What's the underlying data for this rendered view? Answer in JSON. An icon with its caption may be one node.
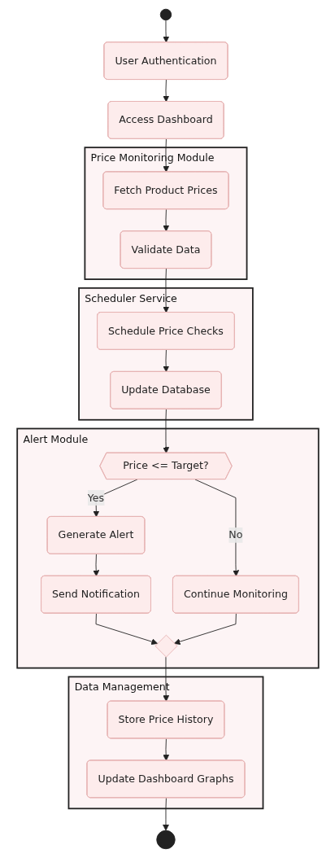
{
  "diagram": {
    "nodes": [
      {
        "text": [],
        "shape": "circle"
      },
      {
        "text": [
          "User Authentication"
        ]
      },
      {
        "text": [
          "Access Dashboard"
        ]
      },
      {
        "text": [
          "Price Monitoring Module"
        ]
      },
      {
        "text": [
          "Fetch Product Prices"
        ],
        "in": 3
      },
      {
        "text": [
          "Validate Data"
        ],
        "in": 3
      },
      {
        "text": [
          "Scheduler Service"
        ]
      },
      {
        "text": [
          "Schedule Price Checks"
        ],
        "in": 6
      },
      {
        "text": [
          "Update Database"
        ],
        "in": 6
      },
      {
        "text": [
          "Alert Module"
        ]
      },
      {
        "text": [
          "Price <= Target?"
        ],
        "in": 9
      },
      {
        "text": [
          "Generate Alert"
        ],
        "in": 9
      },
      {
        "text": [
          "Continue Monitoring"
        ],
        "in": 9
      },
      {
        "text": [
          "Send Notification"
        ],
        "in": 9
      },
      {
        "text": [],
        "shape": "diamond",
        "in": 9
      },
      {
        "text": [
          "Data Management"
        ]
      },
      {
        "text": [
          "Store Price History"
        ],
        "in": 15
      },
      {
        "text": [
          "Update Dashboard Graphs"
        ],
        "in": 15
      },
      {
        "text": [],
        "shape": "circle"
      }
    ],
    "edges": [
      {
        "from": 0,
        "to": 1,
        "arrow": "to"
      },
      {
        "from": 1,
        "to": 2,
        "arrow": "to"
      },
      {
        "from": 2,
        "to": 4,
        "arrow": "to"
      },
      {
        "from": 4,
        "to": 5,
        "arrow": "to"
      },
      {
        "from": 5,
        "to": 7,
        "arrow": "to"
      },
      {
        "from": 7,
        "to": 8,
        "arrow": "to"
      },
      {
        "from": 8,
        "to": 10,
        "arrow": "to"
      },
      {
        "from": 10,
        "to": 11,
        "label": "Yes",
        "arrow": "to"
      },
      {
        "from": 10,
        "to": 12,
        "label": "No",
        "arrow": "to"
      },
      {
        "from": 11,
        "to": 13,
        "arrow": "to"
      },
      {
        "from": 13,
        "to": 14,
        "arrow": "to"
      },
      {
        "from": 12,
        "to": 14,
        "arrow": "to"
      },
      {
        "from": 14,
        "to": 16,
        "arrow": "to"
      },
      {
        "from": 16,
        "to": 17,
        "arrow": "to"
      },
      {
        "from": 17,
        "to": 18,
        "arrow": "to"
      }
    ]
  }
}
